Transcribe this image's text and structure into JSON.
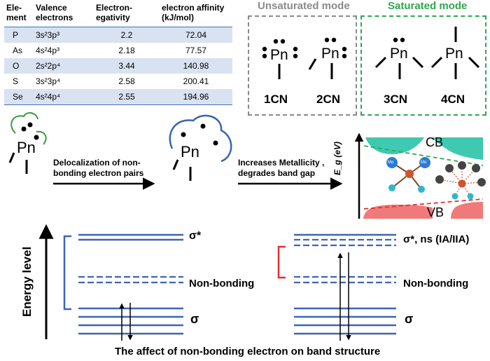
{
  "table": {
    "headers": [
      "Ele-ment",
      "Valence electrons",
      "Electron-egativity",
      "electron affinity (kJ/mol)"
    ],
    "rows": [
      {
        "element": "P",
        "valence": "3s²3p³",
        "electronegativity": "2.2",
        "affinity": "72.04"
      },
      {
        "element": "As",
        "valence": "4s²4p³",
        "electronegativity": "2.18",
        "affinity": "77.57"
      },
      {
        "element": "O",
        "valence": "2s²2p⁴",
        "electronegativity": "3.44",
        "affinity": "140.98"
      },
      {
        "element": "S",
        "valence": "3s²3p⁴",
        "electronegativity": "2.58",
        "affinity": "200.41"
      },
      {
        "element": "Se",
        "valence": "4s²4p⁴",
        "electronegativity": "2.55",
        "affinity": "194.96"
      }
    ]
  },
  "modes": {
    "unsaturated_title": "Unsaturated mode",
    "saturated_title": "Saturated mode",
    "atom": "Pn",
    "labels": [
      "1CN",
      "2CN",
      "3CN",
      "4CN"
    ],
    "colors": {
      "unsaturated": "#8a8a8a",
      "saturated": "#2fa84f"
    }
  },
  "middle": {
    "arrow1_line1": "Delocalization of non-",
    "arrow1_line2": "bonding electron pairs",
    "arrow2_line1": "Increases Metallicity ,",
    "arrow2_line2": "degrades band gap",
    "atom": "Pn",
    "lobe_color": "#3a9a3a",
    "cloud_color": "#3a64b0"
  },
  "gap_panel": {
    "cb": "CB",
    "vb": "VB",
    "ylabel": "E_g (eV)",
    "atom_label": "Mo",
    "cb_color": "#3ec9b0",
    "vb_color": "#f07a7a"
  },
  "levels": {
    "axis_label": "Energy level",
    "left": {
      "sigma_star": "σ*",
      "nonbonding": "Non-bonding",
      "sigma": "σ"
    },
    "right": {
      "sigma_star": "σ*, ns (IA/IIA)",
      "nonbonding": "Non-bonding",
      "sigma": "σ"
    },
    "line_color": "#3f64b5",
    "bracket_red": "#e03030"
  },
  "caption": "The affect of non-bonding electron on band structure"
}
